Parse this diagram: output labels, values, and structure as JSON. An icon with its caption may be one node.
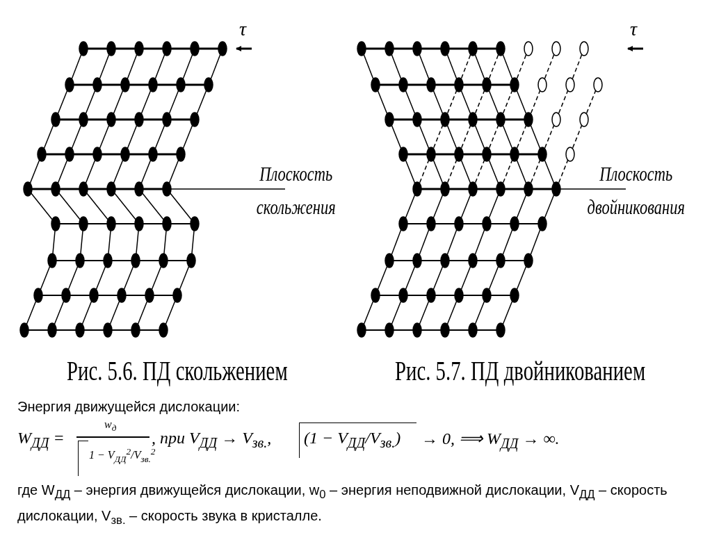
{
  "diagram": {
    "labels": [
      "τ⃗",
      "Плоскость скольжения",
      "τ⃗",
      "Плоскость двойникования",
      "Рис. 5.6. ПД скольжением",
      "Рис. 5.7. ПД двойникованием",
      "Энергия движущейся дислокации:",
      "W$_{ДД}$ =",
      "w$_{д}$",
      "1 − V$_{ДД}$$^{2}$/V$_{зв.}$$^{2}$",
      ", при V$_{ДД}$ → V$_{зв.}$,",
      "(1 − V$_{ДД}$/V$_{зв.}$)",
      "→ 0, ⟹ W$_{ДД}$ → ∞.",
      "где W$_{ДД}$ – энергия движущейся дислокации, w$_{0}$ – энергия неподвижной дислокации, V$_{ДД}$ – скорость дислокации, V$_{зв.}$ – скорость звука в кристалле."
    ]
  }
}
